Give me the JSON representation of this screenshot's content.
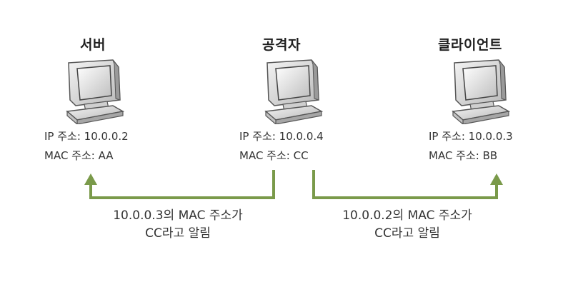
{
  "nodes": [
    {
      "id": "server",
      "title": "서버",
      "ip_label": "IP 주소: 10.0.0.2",
      "mac_label": "MAC 주소: AA"
    },
    {
      "id": "attacker",
      "title": "공격자",
      "ip_label": "IP 주소: 10.0.0.4",
      "mac_label": "MAC 주소: CC"
    },
    {
      "id": "client",
      "title": "클라이언트",
      "ip_label": "IP 주소: 10.0.0.3",
      "mac_label": "MAC 주소: BB"
    }
  ],
  "messages": [
    {
      "line1": "10.0.0.3의 MAC 주소가",
      "line2": "CC라고 알림"
    },
    {
      "line1": "10.0.0.2의 MAC 주소가",
      "line2": "CC라고 알림"
    }
  ],
  "colors": {
    "arrow": "#7a9a4a",
    "monitor_screen": "#d9d9d9",
    "monitor_body": "#ececec"
  },
  "icons": {
    "computer": "desktop-computer-icon"
  }
}
